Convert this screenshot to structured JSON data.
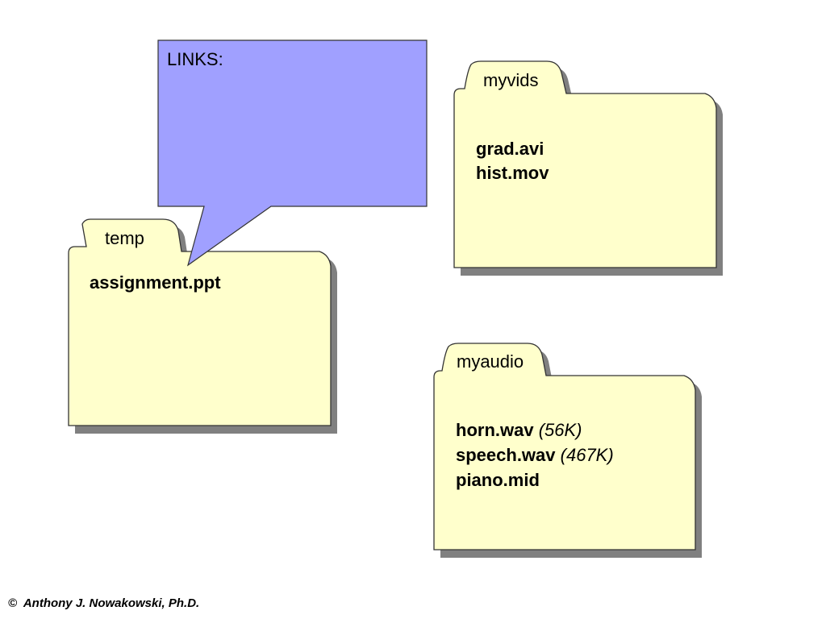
{
  "callout": {
    "title": "LINKS:"
  },
  "folders": {
    "temp": {
      "name": "temp",
      "files": [
        {
          "name": "assignment.ppt",
          "size": ""
        }
      ]
    },
    "myvids": {
      "name": "myvids",
      "files": [
        {
          "name": "grad.avi",
          "size": ""
        },
        {
          "name": "hist.mov",
          "size": ""
        }
      ]
    },
    "myaudio": {
      "name": "myaudio",
      "files": [
        {
          "name": "horn.wav",
          "size": "(56K)"
        },
        {
          "name": "speech.wav",
          "size": "(467K)"
        },
        {
          "name": "piano.mid",
          "size": ""
        }
      ]
    }
  },
  "footer": {
    "copyright": "©  Anthony J. Nowakowski, Ph.D."
  },
  "colors": {
    "folder_fill": "#ffffcc",
    "callout_fill": "#a0a0ff",
    "shadow": "#808080",
    "outline": "#333333"
  }
}
